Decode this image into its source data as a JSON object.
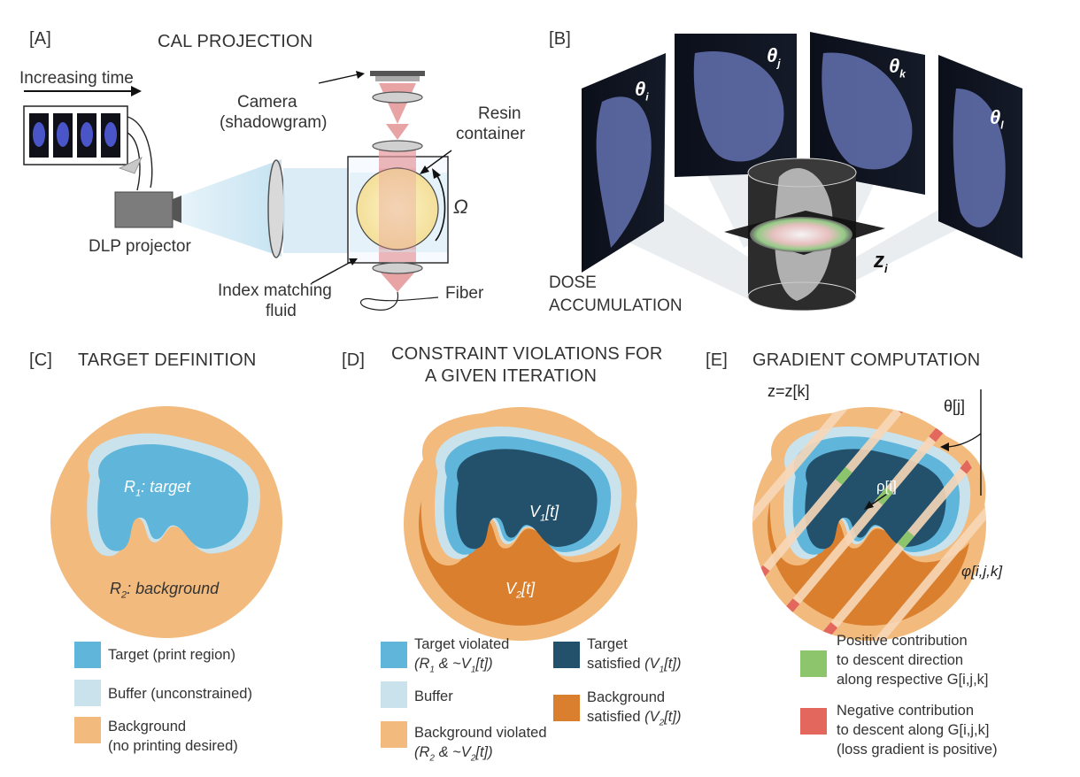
{
  "panelA": {
    "tag": "[A]",
    "title": "CAL PROJECTION",
    "increasing_time": "Increasing time",
    "camera": "Camera",
    "camera_sub": "(shadowgram)",
    "resin": "Resin",
    "resin_sub": "container",
    "omega": "Ω",
    "dlp": "DLP projector",
    "index": "Index matching",
    "index_sub": "fluid",
    "fiber": "Fiber"
  },
  "panelB": {
    "tag": "[B]",
    "theta_i": "θ",
    "theta_i_sub": "i",
    "theta_j": "θ",
    "theta_j_sub": "j",
    "theta_k": "θ",
    "theta_k_sub": "k",
    "theta_l": "θ",
    "theta_l_sub": "l",
    "z": "z",
    "z_sub": "i",
    "dose1": "DOSE",
    "dose2": "ACCUMULATION"
  },
  "panelC": {
    "tag": "[C]",
    "title": "TARGET DEFINITION",
    "r1": "R",
    "r1_sub": "1",
    "r1_rest": ": target",
    "r2": "R",
    "r2_sub": "2",
    "r2_rest": ": background",
    "legend": [
      {
        "line1": "Target (print region)",
        "line2": ""
      },
      {
        "line1": "Buffer (unconstrained)",
        "line2": ""
      },
      {
        "line1": "Background",
        "line2": "(no printing desired)"
      }
    ]
  },
  "panelD": {
    "tag": "[D]",
    "title1": "CONSTRAINT VIOLATIONS FOR",
    "title2": "A GIVEN ITERATION",
    "v1": "V",
    "v1_sub": "1",
    "v1_rest": "[t]",
    "v2": "V",
    "v2_sub": "2",
    "v2_rest": "[t]",
    "legend": {
      "tv1": "Target violated",
      "tv2a": "(R",
      "tv2b": "1",
      "tv2c": " & ~V",
      "tv2d": "1",
      "tv2e": "[t])",
      "buffer": "Buffer",
      "bv1": "Background violated",
      "bv2a": "(R",
      "bv2b": "2",
      "bv2c": " & ~V",
      "bv2d": "2",
      "bv2e": "[t])",
      "ts1": "Target",
      "ts2": "satisfied",
      "ts3a": "(V",
      "ts3b": "1",
      "ts3c": "[t])",
      "bs1": "Background",
      "bs2": "satisfied",
      "bs3a": "(V",
      "bs3b": "2",
      "bs3c": "[t])"
    }
  },
  "panelE": {
    "tag": "[E]",
    "title": "GRADIENT COMPUTATION",
    "zk": "z=z[k]",
    "theta": "θ[j]",
    "rho": "ρ[i]",
    "phi": "φ[i,j,k]",
    "pos1": "Positive contribution",
    "pos2": "to descent direction",
    "pos3": "along respective G[i,j,k]",
    "neg1": "Negative contribution",
    "neg2": "to descent along G[i,j,k]",
    "neg3": "(loss gradient is positive)"
  },
  "colors": {
    "target": "#5fb6da",
    "buffer": "#c9e2ec",
    "background": "#f2ba7c",
    "target_satisfied": "#23506b",
    "background_satisfied": "#d97f2e",
    "positive": "#8cc56b",
    "negative": "#e3675d",
    "beam": "#e6999b",
    "projection": "#cfe8f4"
  }
}
